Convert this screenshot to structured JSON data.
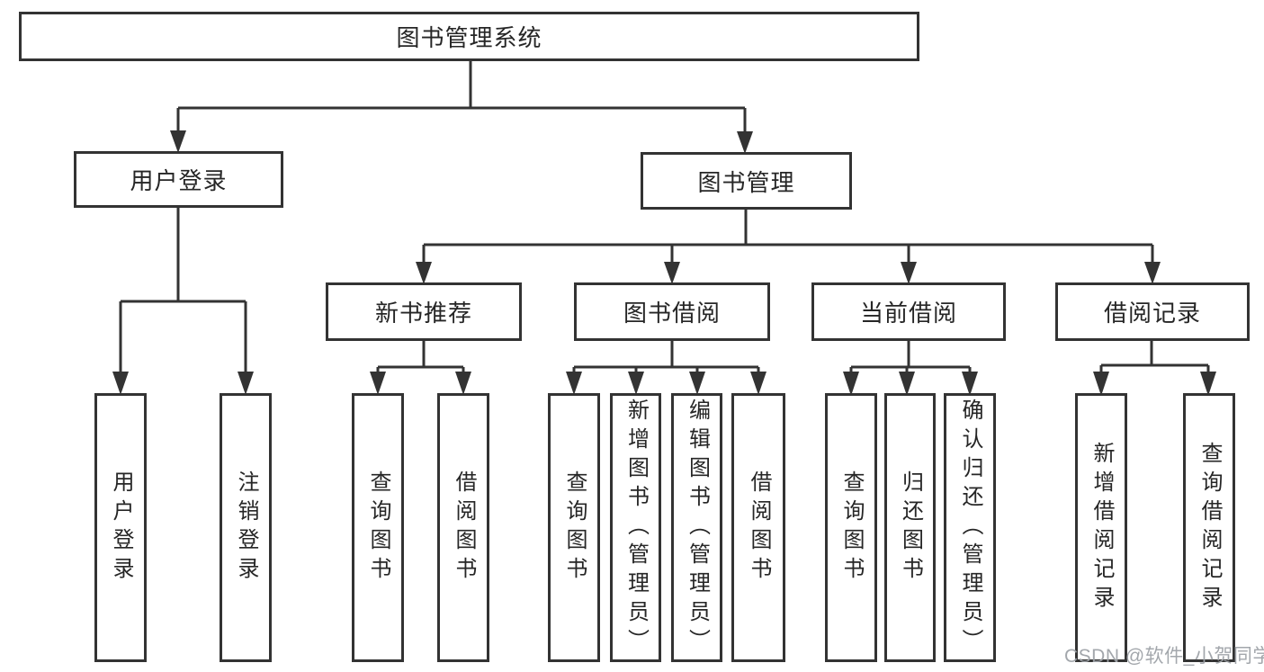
{
  "diagram": {
    "tree": {
      "label": "图书管理系统",
      "children": [
        {
          "label": "用户登录",
          "children": [
            {
              "label": "用户登录"
            },
            {
              "label": "注销登录"
            }
          ]
        },
        {
          "label": "图书管理",
          "children": [
            {
              "label": "新书推荐",
              "children": [
                {
                  "label": "查询图书"
                },
                {
                  "label": "借阅图书"
                }
              ]
            },
            {
              "label": "图书借阅",
              "children": [
                {
                  "label": "查询图书"
                },
                {
                  "label": "新增图书（管理员）"
                },
                {
                  "label": "编辑图书（管理员）"
                },
                {
                  "label": "借阅图书"
                }
              ]
            },
            {
              "label": "当前借阅",
              "children": [
                {
                  "label": "查询图书"
                },
                {
                  "label": "归还图书"
                },
                {
                  "label": "确认归还（管理员）"
                }
              ]
            },
            {
              "label": "借阅记录",
              "children": [
                {
                  "label": "新增借阅记录"
                },
                {
                  "label": "查询借阅记录"
                }
              ]
            }
          ]
        }
      ]
    },
    "colors": {
      "line": "#333333",
      "box_border": "#333333",
      "text": "#262626",
      "background": "#ffffff",
      "watermark": "#9ea2a8"
    }
  },
  "watermark": {
    "text": "CSDN @软件_小贺同学"
  }
}
